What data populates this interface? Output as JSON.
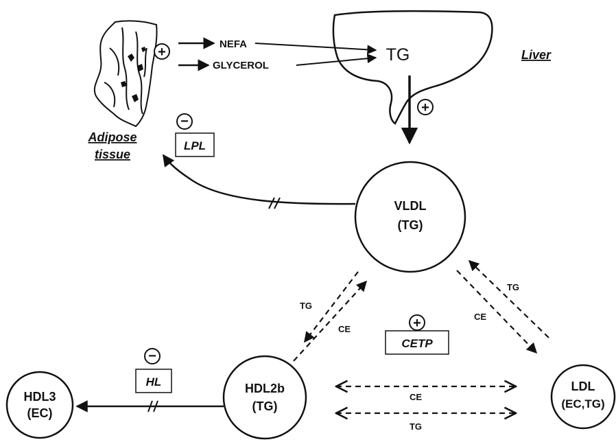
{
  "inputs": {
    "nefa": "NEFA",
    "glycerol": "GLYCEROL"
  },
  "liver": {
    "label": "Liver",
    "tg": "TG"
  },
  "adipose": {
    "line1": "Adipose",
    "line2": "tissue"
  },
  "enzymes": {
    "lpl": "LPL",
    "cetp": "CETP",
    "hl": "HL"
  },
  "nodes": {
    "vldl": {
      "name": "VLDL",
      "content": "(TG)"
    },
    "hdl2b": {
      "name": "HDL2b",
      "content": "(TG)"
    },
    "hdl3": {
      "name": "HDL3",
      "content": "(EC)"
    },
    "ldl": {
      "name": "LDL",
      "content": "(EC,TG)"
    }
  },
  "exchange": {
    "vldl_hdl_tg": "TG",
    "vldl_hdl_ce": "CE",
    "vldl_ldl_tg": "TG",
    "vldl_ldl_ce": "CE",
    "hdl_ldl_ce": "CE",
    "hdl_ldl_tg": "TG"
  },
  "signs": {
    "plus": "+",
    "minus": "−"
  }
}
